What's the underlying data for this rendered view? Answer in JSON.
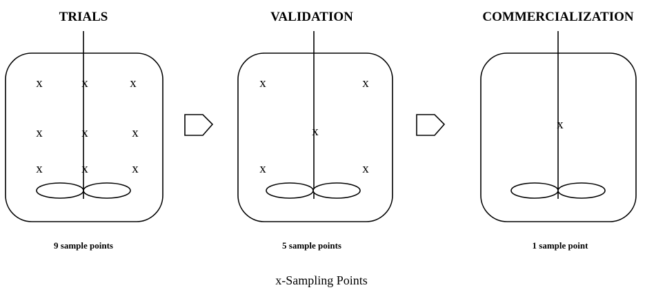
{
  "stages": [
    {
      "title": "TRIALS",
      "caption": "9 sample points",
      "marker": "x"
    },
    {
      "title": "VALIDATION",
      "caption": "5 sample points",
      "marker": "x"
    },
    {
      "title": "COMMERCIALIZATION",
      "caption": "1 sample point",
      "marker": "x"
    }
  ],
  "legend": "x-Sampling Points"
}
